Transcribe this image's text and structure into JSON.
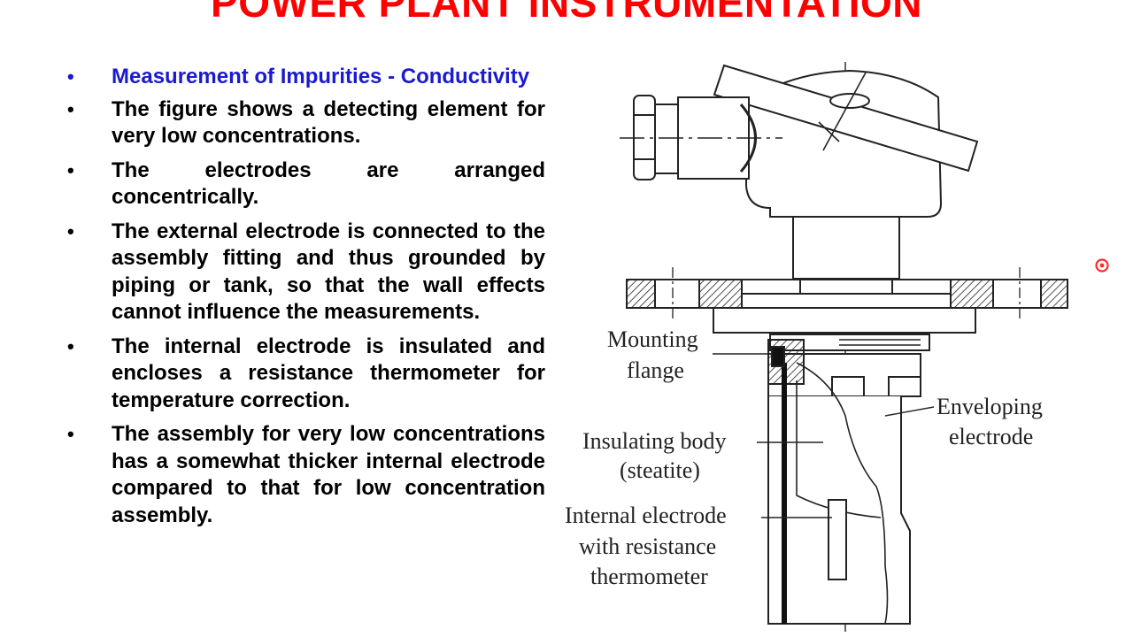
{
  "slide": {
    "title": "POWER PLANT INSTRUMENTATION",
    "heading": "Measurement of Impurities - Conductivity",
    "bullets": [
      "The figure shows a detecting element for very low concentrations.",
      "The electrodes are arranged concentrically.",
      "The external electrode is connected to the assembly fitting and thus grounded by piping or tank, so that the wall effects cannot influence the measurements.",
      "The internal electrode is insulated and encloses a resistance thermometer for temperature correction.",
      "The assembly for very low concentrations has a somewhat thicker internal electrode compared to that for low concentration assembly."
    ]
  },
  "figure": {
    "labels": {
      "mounting_flange_1": "Mounting",
      "mounting_flange_2": "flange",
      "insulating_body_1": "Insulating body",
      "insulating_body_2": "(steatite)",
      "internal_electrode_1": "Internal electrode",
      "internal_electrode_2": "with resistance",
      "internal_electrode_3": "thermometer",
      "enveloping_electrode_1": "Enveloping",
      "enveloping_electrode_2": "electrode"
    }
  },
  "colors": {
    "title": "#ff0000",
    "heading": "#1a1ad0",
    "body_text": "#000000",
    "pointer": "#ff0000"
  },
  "icons": {
    "bullet": "•",
    "pointer": "laser-pointer-icon"
  }
}
